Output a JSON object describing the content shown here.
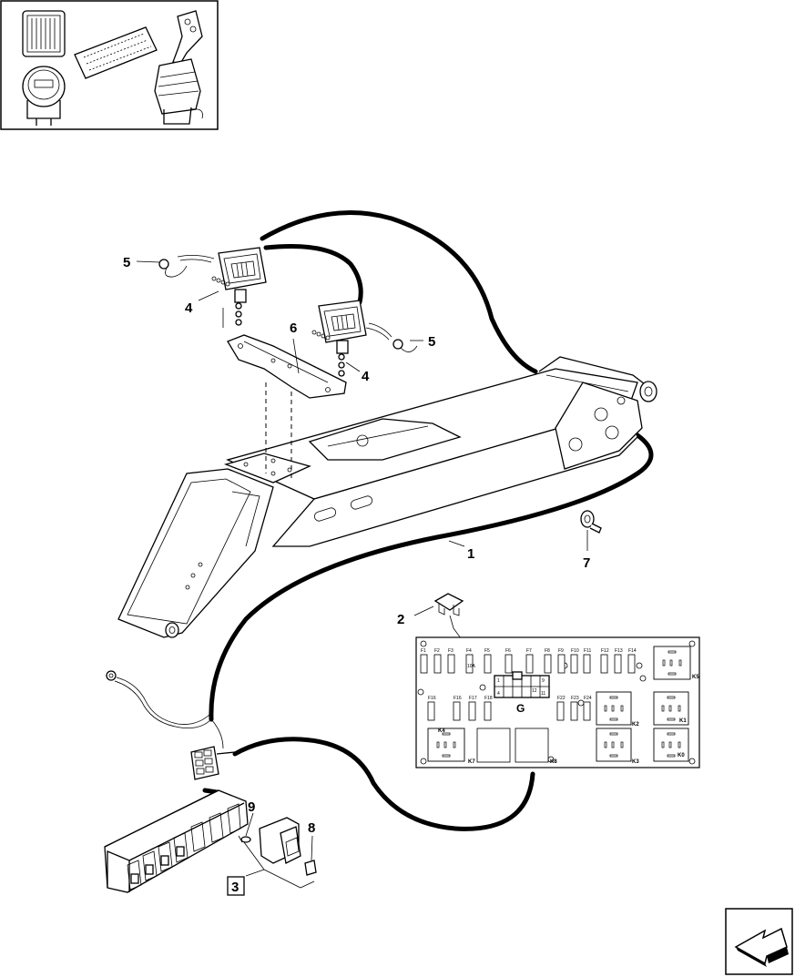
{
  "callouts": {
    "c1": "1",
    "c2": "2",
    "c3": "3",
    "c4a": "4",
    "c4b": "4",
    "c5a": "5",
    "c5b": "5",
    "c6": "6",
    "c7": "7",
    "c8": "8",
    "c9": "9"
  },
  "fusebox": {
    "top_fuses": [
      "F1",
      "F2",
      "F3",
      "F4",
      "F5",
      "F6",
      "F7",
      "F8",
      "F9",
      "F10",
      "F11",
      "F12",
      "F13",
      "F14"
    ],
    "mid_fuses": [
      "F16",
      "F16",
      "F17",
      "F18",
      "F22",
      "F23",
      "F24"
    ],
    "fuse_rating": "10A",
    "relays": [
      "K5",
      "K2",
      "K1",
      "K4",
      "K7",
      "K8",
      "K3",
      "K0"
    ],
    "connector_label": "G",
    "connector_pins": [
      "1",
      "9",
      "4",
      "12",
      "11"
    ]
  }
}
